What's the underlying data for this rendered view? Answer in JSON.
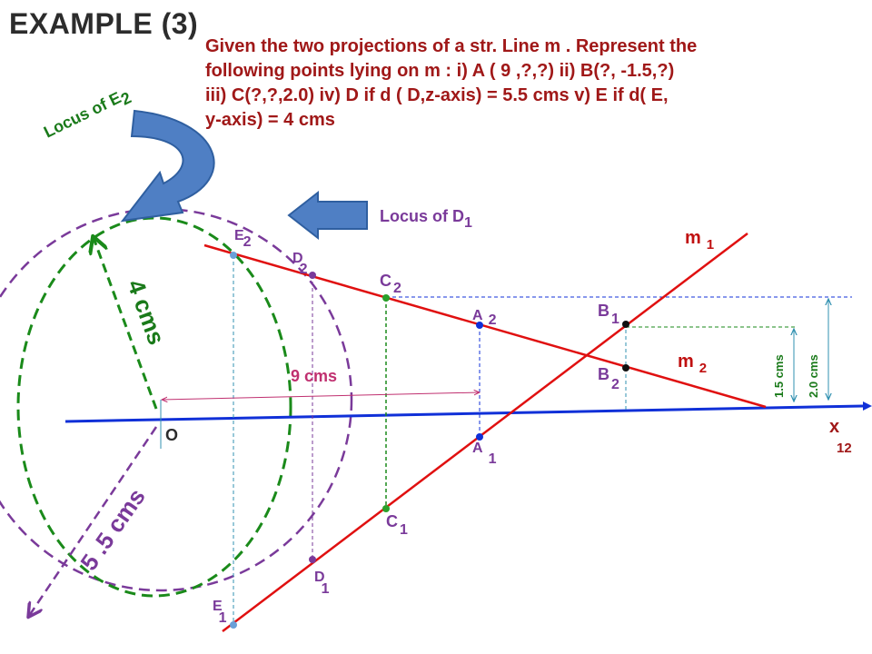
{
  "title": "EXAMPLE (3)",
  "problem": {
    "line1": "Given  the  two  projections  of  a  str. Line  m  . Represent  the",
    "line2": "following   points  lying  on  m  :  i)  A ( 9 ,?,?)    ii)  B(?, -1.5,?)",
    "line3": "iii)   C(?,?,2.0)     iv)  D  if  d ( D,z-axis) = 5.5 cms     v)  E  if    d( E,",
    "line4": "y-axis)  =  4  cms"
  },
  "labels": {
    "locus_e2": "Locus  of  E",
    "locus_e2_sub": "2",
    "locus_d1": "Locus  of  D",
    "locus_d1_sub": "1",
    "m1": "m",
    "m1_sub": "1",
    "m2": "m",
    "m2_sub": "2",
    "origin": "O",
    "axis": "x",
    "axis_sub": "12",
    "r4": "4 cms",
    "r55": "5 .5 cms",
    "d9": "9  cms",
    "d15": "1.5 cms",
    "d20": "2.0 cms"
  },
  "points": {
    "e2": {
      "letter": "E",
      "sub": "2"
    },
    "d2": {
      "letter": "D",
      "sub": "2"
    },
    "c2": {
      "letter": "C",
      "sub": "2"
    },
    "a2": {
      "letter": "A",
      "sub": "2"
    },
    "b1": {
      "letter": "B",
      "sub": "1"
    },
    "b2": {
      "letter": "B",
      "sub": "2"
    },
    "a1": {
      "letter": "A",
      "sub": "1"
    },
    "c1": {
      "letter": "C",
      "sub": "1"
    },
    "d1": {
      "letter": "D",
      "sub": "1"
    },
    "e1": {
      "letter": "E",
      "sub": "1"
    }
  },
  "colors": {
    "red": "#e01010",
    "blue": "#1030d8",
    "green": "#1a8a1a",
    "purple": "#7a3a9a",
    "arrow": "#4f7fc4",
    "teal": "#3090b0",
    "magenta": "#c03070",
    "text_dark": "#2c2c2c",
    "text_red": "#a01818"
  }
}
